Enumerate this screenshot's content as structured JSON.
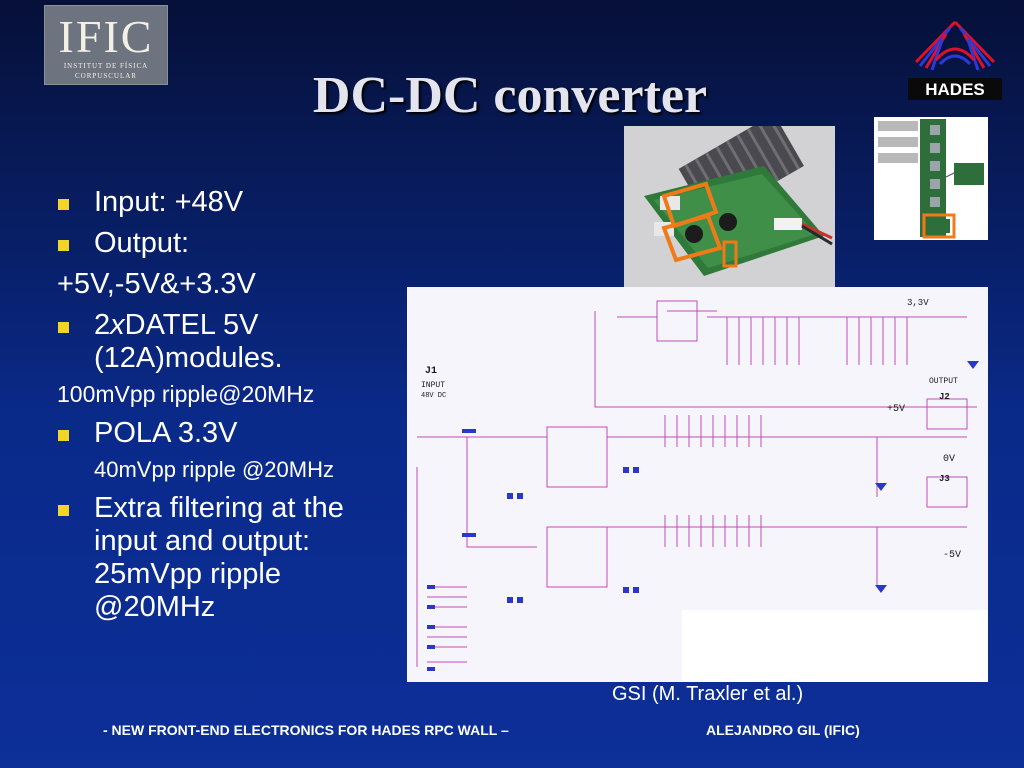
{
  "logo": {
    "name": "IFIC",
    "sub1": "INSTITUT DE FÍSICA",
    "sub2": "CORPUSCULAR",
    "hades": "HADES"
  },
  "slide": {
    "title": "DC-DC converter"
  },
  "bullets": {
    "b1": "Input: +48V",
    "b2": "Output:",
    "b2_cont": "+5V,-5V&+3.3V",
    "b3_pre": "2",
    "b3_x": "x",
    "b3_mid": "DATEL 5V",
    "b3_line2": "(12A)modules.",
    "b3_cont": "100mVpp ripple@20MHz",
    "b4": "POLA 3.3V",
    "b4_sub": "40mVpp ripple @20MHz",
    "b5_l1": "Extra filtering at the",
    "b5_l2": "input and output:",
    "b5_l3": "25mVpp ripple",
    "b5_l4": "@20MHz"
  },
  "schematic": {
    "j1": "J1",
    "input": "INPUT",
    "input_v": "48V DC",
    "v33": "3,3V",
    "output": "OUTPUT",
    "j2": "J2",
    "p5v": "+5V",
    "zero": "0V",
    "j3": "J3",
    "m5v": "-5V"
  },
  "caption": "GSI (M. Traxler et al.)",
  "footer": {
    "left": "- NEW FRONT-END ELECTRONICS FOR HADES RPC WALL –",
    "right": "ALEJANDRO GIL (IFIC)"
  },
  "colors": {
    "bullet": "#f3d52a",
    "orange_marker": "#f07a18",
    "background": "#0a2a8a"
  }
}
